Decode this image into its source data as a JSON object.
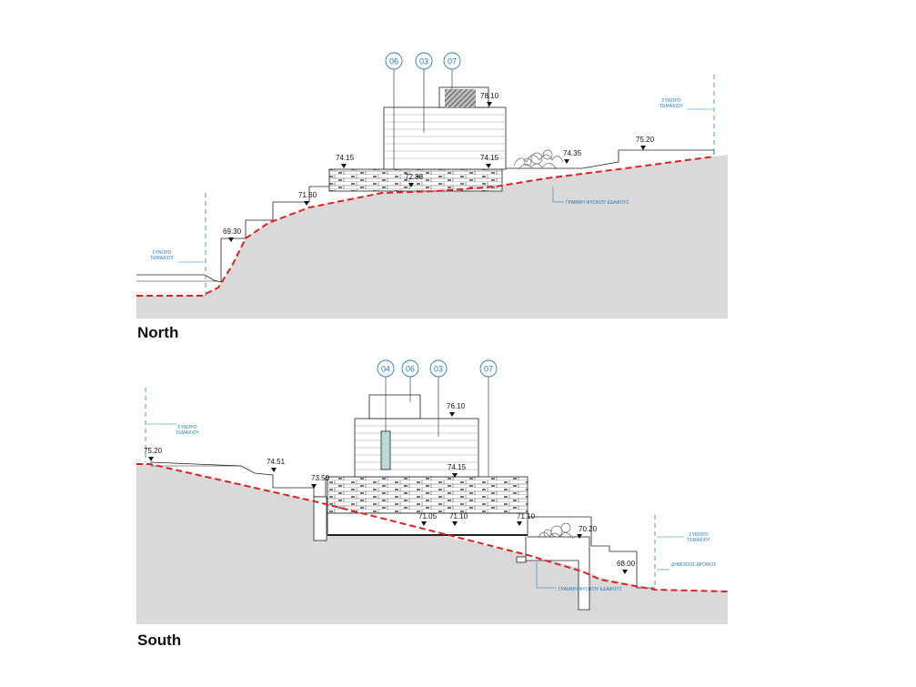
{
  "sections": {
    "north": {
      "title": "North",
      "levels": [
        "78.10",
        "74.15",
        "72.88",
        "74.15",
        "74.35",
        "75.20",
        "71.60",
        "69.30"
      ],
      "notes": {
        "boundary_left": [
          "ΣΥΝΟΡΟ",
          "ΤΕΜΑΧΙΟΥ"
        ],
        "boundary_right": [
          "ΣΥΝΟΡΟ",
          "ΤΕΜΑΧΙΟΥ"
        ],
        "natural_ground": "ΓΡΑΜΜΗ ΦΥΣΙΚΟΥ ΕΔΑΦΟΥΣ"
      },
      "tags": [
        "06",
        "03",
        "07"
      ]
    },
    "south": {
      "title": "South",
      "levels": [
        "76.10",
        "74.15",
        "75.20",
        "74.51",
        "73.50",
        "71.05",
        "71.10",
        "71.10",
        "70.20",
        "68.00"
      ],
      "notes": {
        "boundary_left": [
          "ΣΥΝΟΡΟ",
          "ΤΕΜΑΧΙΟΥ"
        ],
        "boundary_right": [
          "ΣΥΝΟΡΟ",
          "ΤΕΜΑΧΙΟΥ"
        ],
        "natural_ground": "ΓΡΑΜΜΗ ΦΥΣΙΚΟΥ ΕΔΑΦΟΥΣ",
        "public_road": "ΔΗΜΟΣΙΟΣ ΔΡΟΜΟΣ"
      },
      "tags": [
        "04",
        "06",
        "03",
        "07"
      ]
    }
  },
  "colors": {
    "ground": "#d9d9d9",
    "natural_ground_line": "#e02020",
    "annotation": "#2b7bb9",
    "linework": "#222222"
  }
}
